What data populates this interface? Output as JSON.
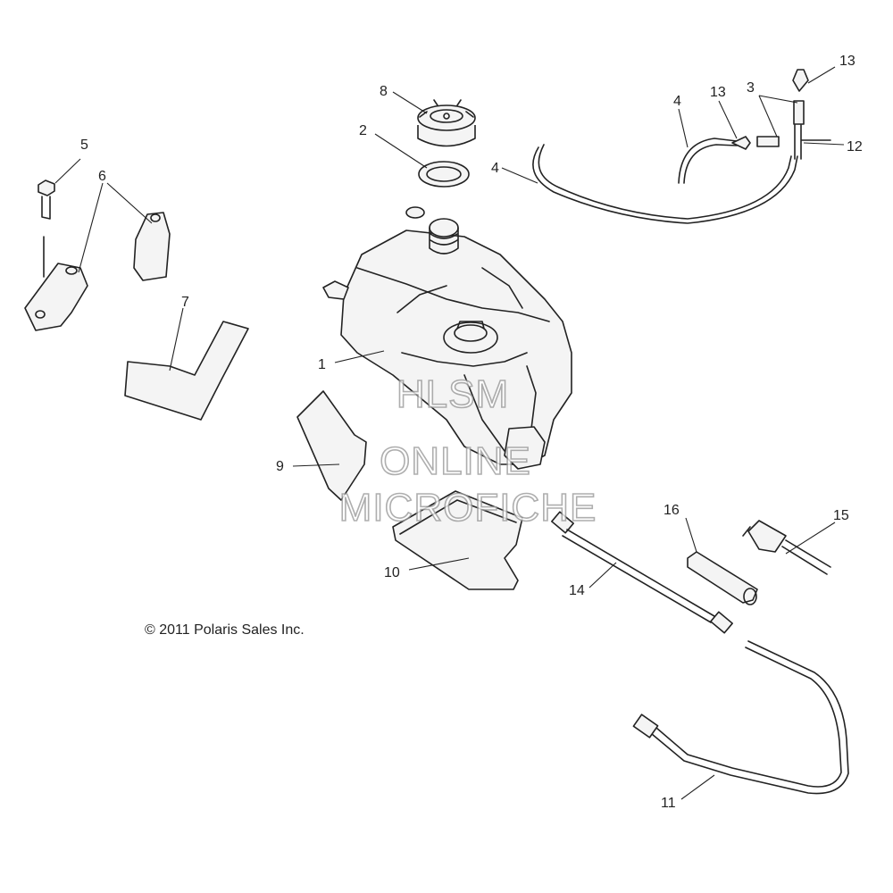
{
  "callouts": {
    "c1": "1",
    "c2": "2",
    "c3": "3",
    "c4a": "4",
    "c4b": "4",
    "c5": "5",
    "c6": "6",
    "c7": "7",
    "c8": "8",
    "c9": "9",
    "c10": "10",
    "c11": "11",
    "c12": "12",
    "c13a": "13",
    "c13b": "13",
    "c14": "14",
    "c15": "15",
    "c16": "16"
  },
  "copyright": "© 2011 Polaris Sales Inc.",
  "watermark": {
    "line1": "HLSM",
    "line2": "ONLINE",
    "line3": "MICROFICHE"
  }
}
